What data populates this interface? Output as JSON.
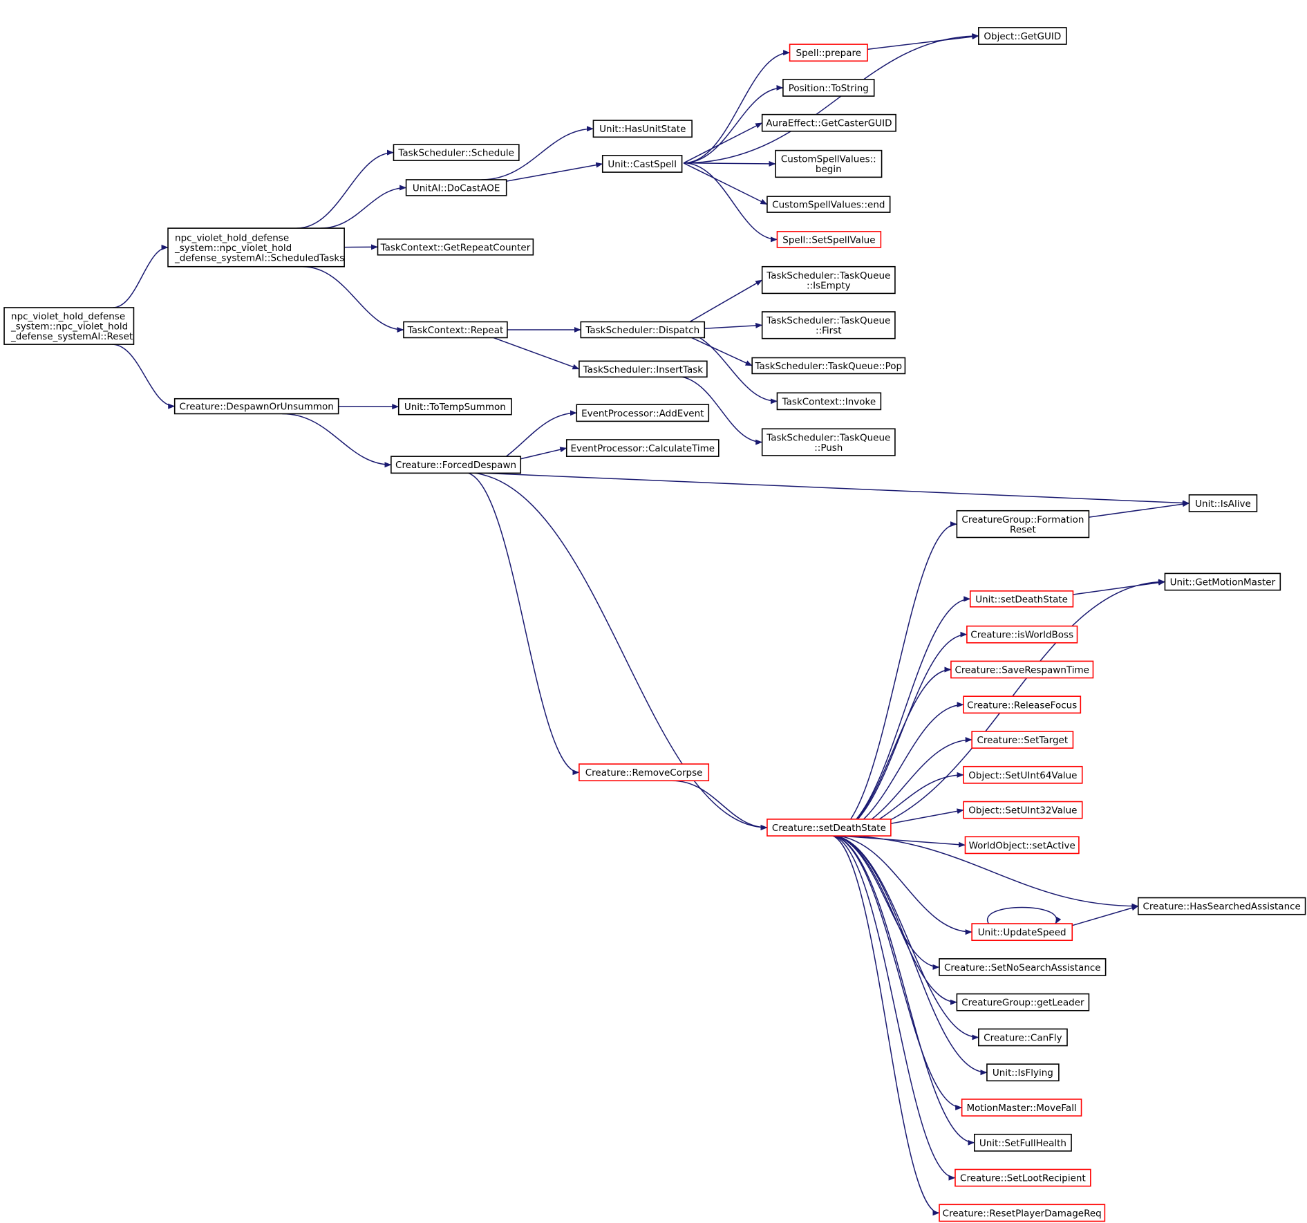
{
  "colors": {
    "edge": "#191970",
    "root_fill": "#bfbfbf",
    "node_fill": "#ffffff",
    "normal_border": "#000000",
    "truncated_border": "#ff0000"
  },
  "nodes": [
    {
      "id": "reset",
      "lines": [
        "npc_violet_hold_defense",
        "_system::npc_violet_hold",
        "_defense_systemAI::Reset"
      ],
      "style": "root"
    },
    {
      "id": "scheduled_tasks",
      "lines": [
        "npc_violet_hold_defense",
        "_system::npc_violet_hold",
        "_defense_systemAI::ScheduledTasks"
      ],
      "style": "normal"
    },
    {
      "id": "despawn_or_unsummon",
      "lines": [
        "Creature::DespawnOrUnsummon"
      ],
      "style": "normal"
    },
    {
      "id": "ts_schedule",
      "lines": [
        "TaskScheduler::Schedule"
      ],
      "style": "normal"
    },
    {
      "id": "unitai_docastaoe",
      "lines": [
        "UnitAI::DoCastAOE"
      ],
      "style": "normal"
    },
    {
      "id": "tc_getrepeatcounter",
      "lines": [
        "TaskContext::GetRepeatCounter"
      ],
      "style": "normal"
    },
    {
      "id": "tc_repeat",
      "lines": [
        "TaskContext::Repeat"
      ],
      "style": "normal"
    },
    {
      "id": "unit_totempsummon",
      "lines": [
        "Unit::ToTempSummon"
      ],
      "style": "normal"
    },
    {
      "id": "creature_forceddespawn",
      "lines": [
        "Creature::ForcedDespawn"
      ],
      "style": "normal"
    },
    {
      "id": "unit_hasunitstate",
      "lines": [
        "Unit::HasUnitState"
      ],
      "style": "normal"
    },
    {
      "id": "unit_castspell",
      "lines": [
        "Unit::CastSpell"
      ],
      "style": "normal"
    },
    {
      "id": "ts_dispatch",
      "lines": [
        "TaskScheduler::Dispatch"
      ],
      "style": "normal"
    },
    {
      "id": "ts_inserttask",
      "lines": [
        "TaskScheduler::InsertTask"
      ],
      "style": "normal"
    },
    {
      "id": "ep_addevent",
      "lines": [
        "EventProcessor::AddEvent"
      ],
      "style": "normal"
    },
    {
      "id": "ep_calculatetime",
      "lines": [
        "EventProcessor::CalculateTime"
      ],
      "style": "normal"
    },
    {
      "id": "creature_removecorpse",
      "lines": [
        "Creature::RemoveCorpse"
      ],
      "style": "truncated"
    },
    {
      "id": "creature_setdeathstate",
      "lines": [
        "Creature::setDeathState"
      ],
      "style": "truncated"
    },
    {
      "id": "object_getguid",
      "lines": [
        "Object::GetGUID"
      ],
      "style": "normal"
    },
    {
      "id": "spell_prepare",
      "lines": [
        "Spell::prepare"
      ],
      "style": "truncated"
    },
    {
      "id": "position_tostring",
      "lines": [
        "Position::ToString"
      ],
      "style": "normal"
    },
    {
      "id": "auraeffect_getcasterguid",
      "lines": [
        "AuraEffect::GetCasterGUID"
      ],
      "style": "normal"
    },
    {
      "id": "csv_begin",
      "lines": [
        "CustomSpellValues::",
        "begin"
      ],
      "style": "normal"
    },
    {
      "id": "csv_end",
      "lines": [
        "CustomSpellValues::end"
      ],
      "style": "normal"
    },
    {
      "id": "spell_setspellvalue",
      "lines": [
        "Spell::SetSpellValue"
      ],
      "style": "truncated"
    },
    {
      "id": "tq_isempty",
      "lines": [
        "TaskScheduler::TaskQueue",
        "::IsEmpty"
      ],
      "style": "normal"
    },
    {
      "id": "tq_first",
      "lines": [
        "TaskScheduler::TaskQueue",
        "::First"
      ],
      "style": "normal"
    },
    {
      "id": "tq_pop",
      "lines": [
        "TaskScheduler::TaskQueue::Pop"
      ],
      "style": "normal"
    },
    {
      "id": "tc_invoke",
      "lines": [
        "TaskContext::Invoke"
      ],
      "style": "normal"
    },
    {
      "id": "tq_push",
      "lines": [
        "TaskScheduler::TaskQueue",
        "::Push"
      ],
      "style": "normal"
    },
    {
      "id": "unit_isalive",
      "lines": [
        "Unit::IsAlive"
      ],
      "style": "normal"
    },
    {
      "id": "cg_formationreset",
      "lines": [
        "CreatureGroup::Formation",
        "Reset"
      ],
      "style": "normal"
    },
    {
      "id": "unit_getmotionmaster",
      "lines": [
        "Unit::GetMotionMaster"
      ],
      "style": "normal"
    },
    {
      "id": "unit_setdeathstate",
      "lines": [
        "Unit::setDeathState"
      ],
      "style": "truncated"
    },
    {
      "id": "creature_isworldboss",
      "lines": [
        "Creature::isWorldBoss"
      ],
      "style": "truncated"
    },
    {
      "id": "creature_saverespawntime",
      "lines": [
        "Creature::SaveRespawnTime"
      ],
      "style": "truncated"
    },
    {
      "id": "creature_releasefocus",
      "lines": [
        "Creature::ReleaseFocus"
      ],
      "style": "truncated"
    },
    {
      "id": "creature_settarget",
      "lines": [
        "Creature::SetTarget"
      ],
      "style": "truncated"
    },
    {
      "id": "object_setuint64value",
      "lines": [
        "Object::SetUInt64Value"
      ],
      "style": "truncated"
    },
    {
      "id": "object_setuint32value",
      "lines": [
        "Object::SetUInt32Value"
      ],
      "style": "truncated"
    },
    {
      "id": "worldobject_setactive",
      "lines": [
        "WorldObject::setActive"
      ],
      "style": "truncated"
    },
    {
      "id": "creature_hassearchedassistance",
      "lines": [
        "Creature::HasSearchedAssistance"
      ],
      "style": "normal"
    },
    {
      "id": "unit_updatespeed",
      "lines": [
        "Unit::UpdateSpeed"
      ],
      "style": "truncated"
    },
    {
      "id": "creature_setnosearchassistance",
      "lines": [
        "Creature::SetNoSearchAssistance"
      ],
      "style": "normal"
    },
    {
      "id": "cg_getleader",
      "lines": [
        "CreatureGroup::getLeader"
      ],
      "style": "normal"
    },
    {
      "id": "creature_canfly",
      "lines": [
        "Creature::CanFly"
      ],
      "style": "normal"
    },
    {
      "id": "unit_isflying",
      "lines": [
        "Unit::IsFlying"
      ],
      "style": "normal"
    },
    {
      "id": "mm_movefall",
      "lines": [
        "MotionMaster::MoveFall"
      ],
      "style": "truncated"
    },
    {
      "id": "unit_setfullhealth",
      "lines": [
        "Unit::SetFullHealth"
      ],
      "style": "normal"
    },
    {
      "id": "creature_setlootrecipient",
      "lines": [
        "Creature::SetLootRecipient"
      ],
      "style": "truncated"
    },
    {
      "id": "creature_resetplayerdamagereq",
      "lines": [
        "Creature::ResetPlayerDamageReq"
      ],
      "style": "truncated"
    }
  ],
  "edges": [
    [
      "reset",
      "scheduled_tasks"
    ],
    [
      "reset",
      "despawn_or_unsummon"
    ],
    [
      "scheduled_tasks",
      "ts_schedule"
    ],
    [
      "scheduled_tasks",
      "unitai_docastaoe"
    ],
    [
      "scheduled_tasks",
      "tc_getrepeatcounter"
    ],
    [
      "scheduled_tasks",
      "tc_repeat"
    ],
    [
      "unitai_docastaoe",
      "unit_hasunitstate"
    ],
    [
      "unitai_docastaoe",
      "unit_castspell"
    ],
    [
      "unit_castspell",
      "object_getguid"
    ],
    [
      "unit_castspell",
      "spell_prepare"
    ],
    [
      "unit_castspell",
      "position_tostring"
    ],
    [
      "unit_castspell",
      "auraeffect_getcasterguid"
    ],
    [
      "unit_castspell",
      "csv_begin"
    ],
    [
      "unit_castspell",
      "csv_end"
    ],
    [
      "unit_castspell",
      "spell_setspellvalue"
    ],
    [
      "spell_prepare",
      "object_getguid"
    ],
    [
      "tc_repeat",
      "ts_dispatch"
    ],
    [
      "tc_repeat",
      "ts_inserttask"
    ],
    [
      "ts_dispatch",
      "tq_isempty"
    ],
    [
      "ts_dispatch",
      "tq_first"
    ],
    [
      "ts_dispatch",
      "tq_pop"
    ],
    [
      "ts_dispatch",
      "tc_invoke"
    ],
    [
      "ts_inserttask",
      "tq_push"
    ],
    [
      "despawn_or_unsummon",
      "unit_totempsummon"
    ],
    [
      "despawn_or_unsummon",
      "creature_forceddespawn"
    ],
    [
      "creature_forceddespawn",
      "ep_addevent"
    ],
    [
      "creature_forceddespawn",
      "ep_calculatetime"
    ],
    [
      "creature_forceddespawn",
      "unit_isalive"
    ],
    [
      "creature_forceddespawn",
      "creature_removecorpse"
    ],
    [
      "creature_forceddespawn",
      "creature_setdeathstate"
    ],
    [
      "creature_removecorpse",
      "creature_setdeathstate"
    ],
    [
      "creature_setdeathstate",
      "cg_formationreset"
    ],
    [
      "creature_setdeathstate",
      "unit_getmotionmaster"
    ],
    [
      "creature_setdeathstate",
      "unit_setdeathstate"
    ],
    [
      "creature_setdeathstate",
      "creature_isworldboss"
    ],
    [
      "creature_setdeathstate",
      "creature_saverespawntime"
    ],
    [
      "creature_setdeathstate",
      "creature_releasefocus"
    ],
    [
      "creature_setdeathstate",
      "creature_settarget"
    ],
    [
      "creature_setdeathstate",
      "object_setuint64value"
    ],
    [
      "creature_setdeathstate",
      "object_setuint32value"
    ],
    [
      "creature_setdeathstate",
      "worldobject_setactive"
    ],
    [
      "creature_setdeathstate",
      "creature_hassearchedassistance"
    ],
    [
      "creature_setdeathstate",
      "unit_updatespeed"
    ],
    [
      "creature_setdeathstate",
      "creature_setnosearchassistance"
    ],
    [
      "creature_setdeathstate",
      "cg_getleader"
    ],
    [
      "creature_setdeathstate",
      "creature_canfly"
    ],
    [
      "creature_setdeathstate",
      "unit_isflying"
    ],
    [
      "creature_setdeathstate",
      "mm_movefall"
    ],
    [
      "creature_setdeathstate",
      "unit_setfullhealth"
    ],
    [
      "creature_setdeathstate",
      "creature_setlootrecipient"
    ],
    [
      "creature_setdeathstate",
      "creature_resetplayerdamagereq"
    ],
    [
      "cg_formationreset",
      "unit_isalive"
    ],
    [
      "unit_setdeathstate",
      "unit_getmotionmaster"
    ],
    [
      "unit_updatespeed",
      "creature_hassearchedassistance"
    ],
    [
      "unit_updatespeed",
      "unit_updatespeed"
    ]
  ]
}
